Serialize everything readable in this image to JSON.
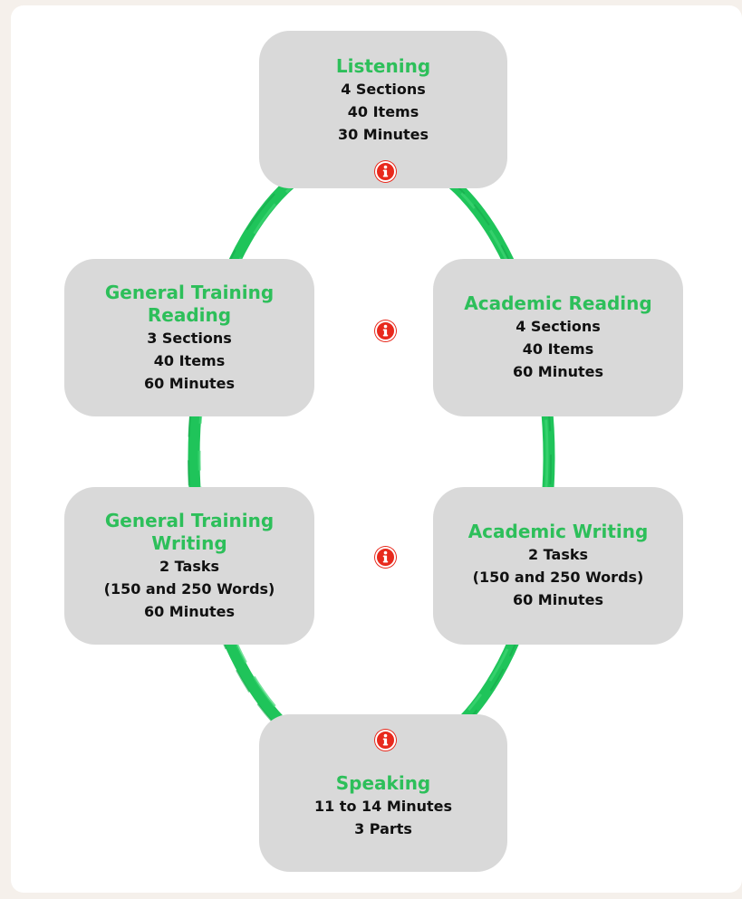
{
  "colors": {
    "title": "#2dbf5a",
    "ring": "#1fc45a",
    "box": "#d9d9d9",
    "info": "#e8291c"
  },
  "nodes": {
    "listening": {
      "title": "Listening",
      "lines": [
        "4 Sections",
        "40 Items",
        "30 Minutes"
      ]
    },
    "gt_reading": {
      "title_1": "General Training",
      "title_2": "Reading",
      "lines": [
        "3 Sections",
        "40 Items",
        "60 Minutes"
      ]
    },
    "ac_reading": {
      "title": "Academic Reading",
      "lines": [
        "4 Sections",
        "40 Items",
        "60 Minutes"
      ]
    },
    "gt_writing": {
      "title_1": "General Training",
      "title_2": "Writing",
      "lines": [
        "2 Tasks",
        "(150 and 250 Words)",
        "60 Minutes"
      ]
    },
    "ac_writing": {
      "title": "Academic Writing",
      "lines": [
        "2 Tasks",
        "(150 and 250 Words)",
        "60 Minutes"
      ]
    },
    "speaking": {
      "title": "Speaking",
      "lines": [
        "11 to 14 Minutes",
        "3 Parts"
      ]
    }
  },
  "icons": {
    "info": "info-icon"
  }
}
